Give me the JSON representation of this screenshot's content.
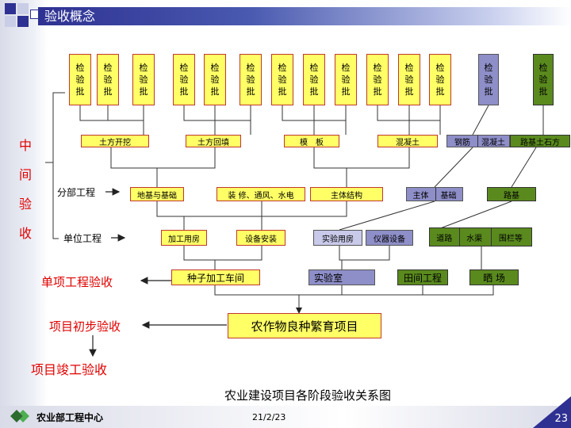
{
  "slide": {
    "title": "验收概念",
    "caption": "农业建设项目各阶段验收关系图",
    "footer_org": "农业部工程中心",
    "date": "21/2/23",
    "page_number": "23"
  },
  "colors": {
    "title_bar": "#2e3192",
    "box_yellow": "#ffff66",
    "box_purple": "#8e8ec8",
    "box_green": "#5a8a1e",
    "red_text": "#e00000"
  },
  "left_labels": {
    "side_vertical": [
      "中",
      "间",
      "验",
      "收"
    ],
    "sub_project": "分部工程",
    "unit_project": "单位工程",
    "single_item": "单项工程验收",
    "preliminary": "项目初步验收",
    "completion": "项目竣工验收"
  },
  "batches": {
    "label": "检验批",
    "chars": [
      "检",
      "验",
      "批"
    ]
  },
  "level1": {
    "earthwork": "土方开挖",
    "backfill": "土方回填",
    "formwork": "模　板",
    "concrete": "混凝土",
    "rebar": "钢筋",
    "concrete2": "混凝土",
    "roadbed_stone": "路基土石方"
  },
  "level2": {
    "foundation": "地基与基础",
    "decoration": "装 修、通风、水电",
    "main_structure": "主体结构",
    "main_part": "主体",
    "base": "基础",
    "roadbed": "路基"
  },
  "level3": {
    "processing_room": "加工用房",
    "equipment_install": "设备安装",
    "lab_room": "实验用房",
    "instruments": "仪器设备",
    "road": "道路",
    "canal": "水渠",
    "fence": "围栏等"
  },
  "level4": {
    "seed_workshop": "种子加工车间",
    "laboratory": "实验室",
    "field_project": "田间工程",
    "drying_field": "晒 场"
  },
  "level5": {
    "project": "农作物良种繁育项目"
  }
}
